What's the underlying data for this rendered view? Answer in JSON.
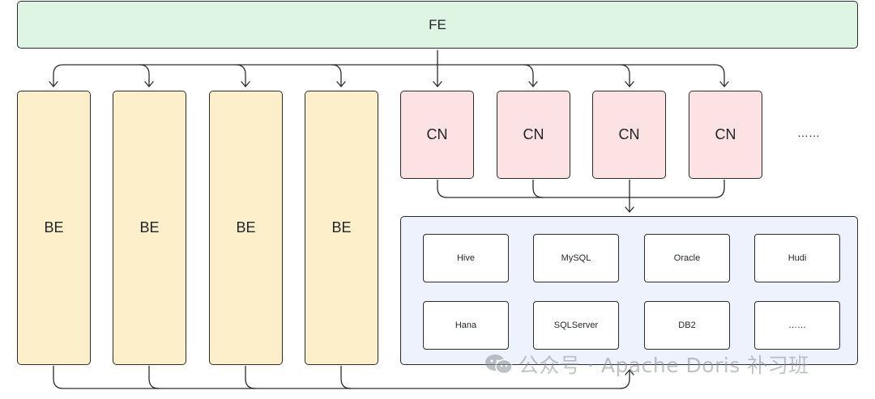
{
  "fe": {
    "label": "FE"
  },
  "be_nodes": [
    {
      "label": "BE"
    },
    {
      "label": "BE"
    },
    {
      "label": "BE"
    },
    {
      "label": "BE"
    }
  ],
  "cn_nodes": [
    {
      "label": "CN"
    },
    {
      "label": "CN"
    },
    {
      "label": "CN"
    },
    {
      "label": "CN"
    }
  ],
  "more_indicator": "……",
  "data_sources": [
    {
      "label": "Hive"
    },
    {
      "label": "MySQL"
    },
    {
      "label": "Oracle"
    },
    {
      "label": "Hudi"
    },
    {
      "label": "Hana"
    },
    {
      "label": "SQLServer"
    },
    {
      "label": "DB2"
    },
    {
      "label": "……"
    }
  ],
  "watermark": {
    "text": "公众号 · Apache Doris 补习班",
    "icon": "wechat-icon"
  },
  "colors": {
    "fe_fill": "#dff5e3",
    "be_fill": "#fcefc9",
    "cn_fill": "#fde2e4",
    "panel_fill": "#eef2fc",
    "line": "#2b2b2b"
  }
}
